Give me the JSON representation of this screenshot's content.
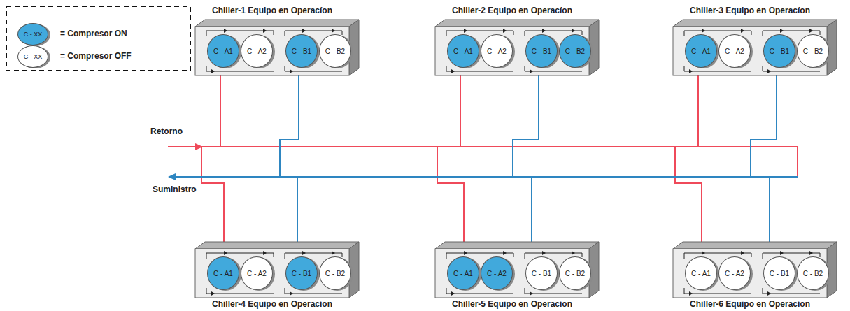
{
  "diagram": {
    "nodes": [
      {
        "text": [
          "Chiller-1 Equipo en Operacíon"
        ]
      },
      {
        "text": [
          "C - A1"
        ],
        "in": 0
      },
      {
        "text": [
          "C - A2"
        ],
        "in": 0
      },
      {
        "text": [
          "C - B1"
        ],
        "in": 0
      },
      {
        "text": [
          "C - B2"
        ],
        "in": 0
      },
      {
        "text": [
          "Chiller-2 Equipo en Operacíon"
        ]
      },
      {
        "text": [
          "C - A1"
        ],
        "in": 5
      },
      {
        "text": [
          "C - A2"
        ],
        "in": 5
      },
      {
        "text": [
          "C - B1"
        ],
        "in": 5
      },
      {
        "text": [
          "C - B2"
        ],
        "in": 5
      },
      {
        "text": [
          "Chiller-3 Equipo en Operacíon"
        ]
      },
      {
        "text": [
          "C - A1"
        ],
        "in": 10
      },
      {
        "text": [
          "C - A2"
        ],
        "in": 10
      },
      {
        "text": [
          "C - B1"
        ],
        "in": 10
      },
      {
        "text": [
          "C - B2"
        ],
        "in": 10
      },
      {
        "text": [
          "Chiller-4 Equipo en Operacíon"
        ]
      },
      {
        "text": [
          "C - A1"
        ],
        "in": 15
      },
      {
        "text": [
          "C - A2"
        ],
        "in": 15
      },
      {
        "text": [
          "C - B1"
        ],
        "in": 15
      },
      {
        "text": [
          "C - B2"
        ],
        "in": 15
      },
      {
        "text": [
          "Chiller-5 Equipo en Operacíon"
        ]
      },
      {
        "text": [
          "C - A1"
        ],
        "in": 20
      },
      {
        "text": [
          "C - A2"
        ],
        "in": 20
      },
      {
        "text": [
          "C - B1"
        ],
        "in": 20
      },
      {
        "text": [
          "C - B2"
        ],
        "in": 20
      },
      {
        "text": [
          "Chiller-6 Equipo en Operacíon"
        ]
      },
      {
        "text": [
          "C - A1"
        ],
        "in": 25
      },
      {
        "text": [
          "C - A2"
        ],
        "in": 25
      },
      {
        "text": [
          "C - B1"
        ],
        "in": 25
      },
      {
        "text": [
          "C - B2"
        ],
        "in": 25
      }
    ],
    "labels": [
      "Retorno",
      "Suministro",
      "C - XX",
      "C - XX"
    ],
    "legend": [
      {
        "text": "= Compresor ON",
        "color": "#41a9dc"
      },
      {
        "text": "= Compresor OFF",
        "color": "#ffffff"
      }
    ]
  }
}
